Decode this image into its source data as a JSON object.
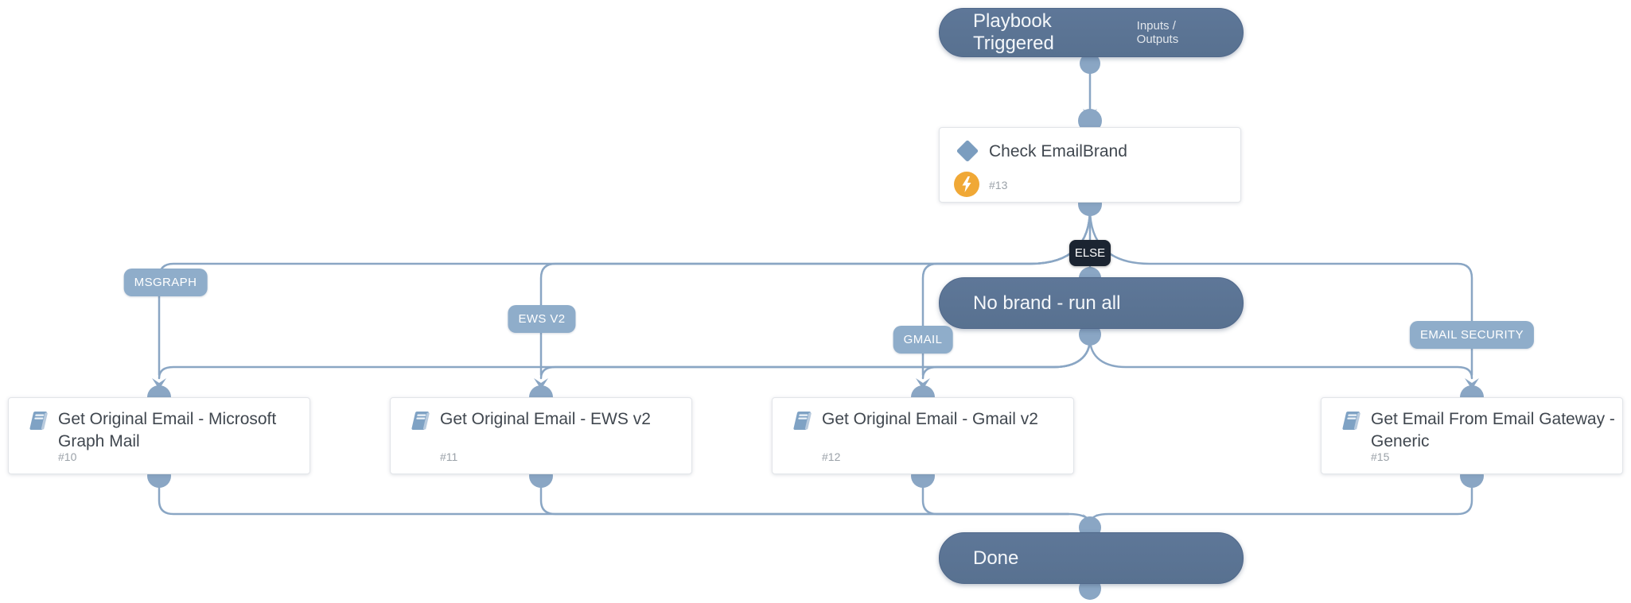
{
  "diagram": {
    "trigger": {
      "title": "Playbook Triggered",
      "io_link": "Inputs / Outputs"
    },
    "condition": {
      "title": "Check EmailBrand",
      "task_id": "#13"
    },
    "else_label": "ELSE",
    "no_brand": {
      "title": "No brand - run all"
    },
    "branches": [
      {
        "label": "MSGRAPH"
      },
      {
        "label": "EWS V2"
      },
      {
        "label": "GMAIL"
      },
      {
        "label": "EMAIL SECURITY"
      }
    ],
    "tasks": [
      {
        "title": "Get Original Email - Microsoft Graph Mail",
        "task_id": "#10"
      },
      {
        "title": "Get Original Email - EWS v2",
        "task_id": "#11"
      },
      {
        "title": "Get Original Email - Gmail v2",
        "task_id": "#12"
      },
      {
        "title": "Get Email From Email Gateway - Generic",
        "task_id": "#15"
      }
    ],
    "done": {
      "title": "Done"
    },
    "colors": {
      "node_pill": "#5b7494",
      "connector": "#8aa6c4",
      "branch_label_bg": "#8fadca",
      "else_badge_bg": "#1b2431",
      "condition_diamond": "#7b9dbf",
      "automation_badge": "#f0a836",
      "card_border": "#e2e5e9",
      "card_title_text": "#40474f",
      "task_id_text": "#9aa1a8"
    }
  }
}
